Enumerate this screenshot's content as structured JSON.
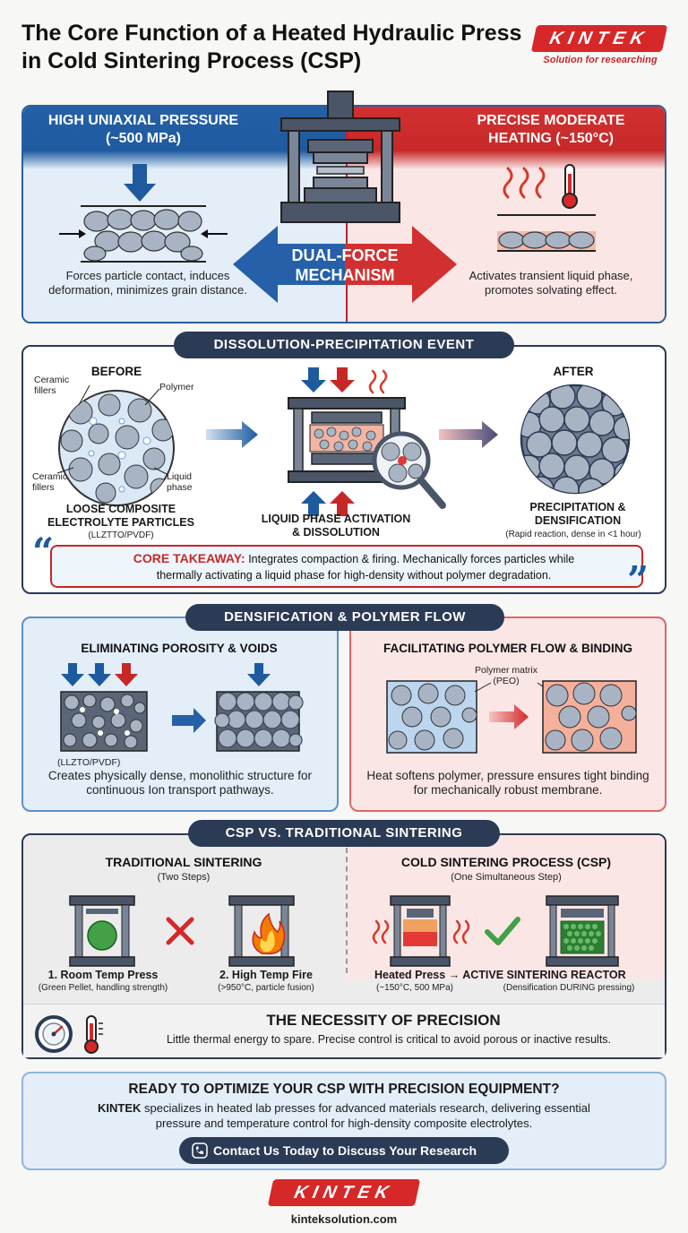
{
  "header": {
    "title": "The Core Function of a Heated Hydraulic Press in Cold Sintering Process (CSP)",
    "brand": "KINTEK",
    "tagline": "Solution for researching"
  },
  "section1": {
    "left_title": "HIGH UNIAXIAL PRESSURE (~500 MPa)",
    "left_text": "Forces particle contact, induces deformation, minimizes grain distance.",
    "right_title": "PRECISE MODERATE HEATING (~150°C)",
    "right_text": "Activates transient liquid phase, promotes solvating effect.",
    "center_label": "DUAL-FORCE MECHANISM"
  },
  "section2": {
    "pill": "DISSOLUTION-PRECIPITATION EVENT",
    "before": "BEFORE",
    "after": "AFTER",
    "label_ceramic_top": "Ceramic fillers",
    "label_polymer": "Polymer",
    "label_ceramic_bottom": "Ceramic fillers",
    "label_liquid": "Liquid phase",
    "before_caption": "LOOSE COMPOSITE ELECTROLYTE PARTICLES",
    "before_sub": "(LLZTTO/PVDF)",
    "middle_caption": "LIQUID PHASE ACTIVATION & DISSOLUTION",
    "after_caption": "PRECIPITATION & DENSIFICATION",
    "after_sub": "(Rapid reaction, dense in <1 hour)",
    "takeaway_label": "CORE TAKEAWAY:",
    "takeaway_text1": "Integrates compaction & firing. Mechanically forces particles while",
    "takeaway_text2": "thermally activating a liquid phase for high-density without polymer degradation."
  },
  "section3": {
    "pill": "DENSIFICATION & POLYMER FLOW",
    "left_title": "ELIMINATING POROSITY & VOIDS",
    "left_sub": "(LLZTO/PVDF)",
    "left_text": "Creates physically dense, monolithic structure for continuous Ion transport pathways.",
    "right_title": "FACILITATING POLYMER FLOW & BINDING",
    "right_label": "Polymer matrix (PEO)",
    "right_text": "Heat softens polymer, pressure ensures tight binding for mechanically robust membrane."
  },
  "section4": {
    "pill": "CSP VS. TRADITIONAL SINTERING",
    "trad_title": "TRADITIONAL SINTERING",
    "trad_sub": "(Two Steps)",
    "step1": "1. Room Temp Press",
    "step1_sub": "(Green Pellet, handling strength)",
    "step2": "2. High Temp Fire",
    "step2_sub": "(>950°C, particle fusion)",
    "csp_title": "COLD SINTERING PROCESS (CSP)",
    "csp_sub": "(One Simultaneous Step)",
    "heated_press": "Heated Press",
    "heated_press_sub": "(~150°C, 500 MPa)",
    "reactor": "ACTIVE SINTERING REACTOR",
    "reactor_sub": "(Densification DURING pressing)",
    "arrow": "→",
    "precision_title": "THE NECESSITY OF PRECISION",
    "precision_text": "Little thermal energy to spare. Precise control is critical to avoid porous or inactive results."
  },
  "cta": {
    "title": "READY TO OPTIMIZE YOUR CSP WITH PRECISION EQUIPMENT?",
    "brand": "KINTEK",
    "text1": " specializes in heated lab presses for advanced materials research, delivering essential",
    "text2": "pressure and temperature control for high-density composite electrolytes.",
    "button": "Contact Us Today to Discuss Your Research"
  },
  "footer": {
    "brand": "KINTEK",
    "url": "kinteksolution.com"
  },
  "colors": {
    "blue": "#1e5a9e",
    "red": "#c62828",
    "navy": "#2b3a55",
    "light_blue": "#e3eef9",
    "light_red": "#fbe6e6"
  }
}
